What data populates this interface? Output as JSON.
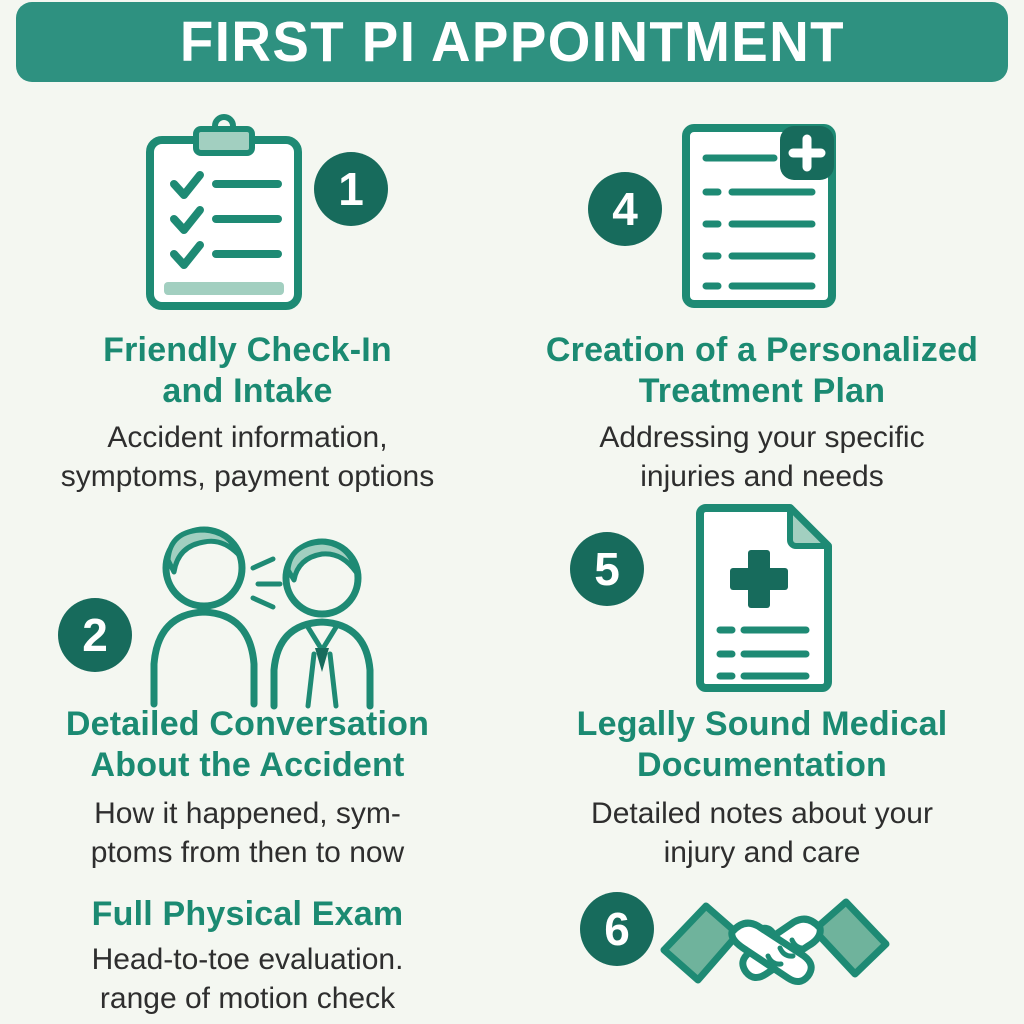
{
  "colors": {
    "banner": "#2e9180",
    "accent_stroke": "#1e8a74",
    "badge": "#176b5c",
    "heading": "#1b8a72",
    "body_text": "#2e2e2e",
    "icon_fill_light": "#a2cfc0",
    "background": "#f4f7f1"
  },
  "header": {
    "title": "FIRST PI APPOINTMENT"
  },
  "steps": [
    {
      "number": "1",
      "icon": "clipboard-checklist-icon",
      "title": "Friendly Check-In\nand Intake",
      "subtitle": "Accident information,\nsymptoms, payment options"
    },
    {
      "number": "2",
      "icon": "conversation-icon",
      "title": "Detailed Conversation\nAbout the Accident",
      "subtitle": "How it happened, sym-\nptoms from then to now"
    },
    {
      "number": "",
      "icon": "",
      "title": "Full Physical Exam",
      "subtitle": "Head-to-toe evaluation.\nrange of motion check"
    },
    {
      "number": "4",
      "icon": "treatment-plan-document-icon",
      "title": "Creation of a Personalized\nTreatment Plan",
      "subtitle": "Addressing your specific\ninjuries and needs"
    },
    {
      "number": "5",
      "icon": "medical-record-document-icon",
      "title": "Legally Sound Medical\nDocumentation",
      "subtitle": "Detailed notes about your\ninjury and care"
    },
    {
      "number": "6",
      "icon": "handshake-icon",
      "title": "",
      "subtitle": ""
    }
  ]
}
